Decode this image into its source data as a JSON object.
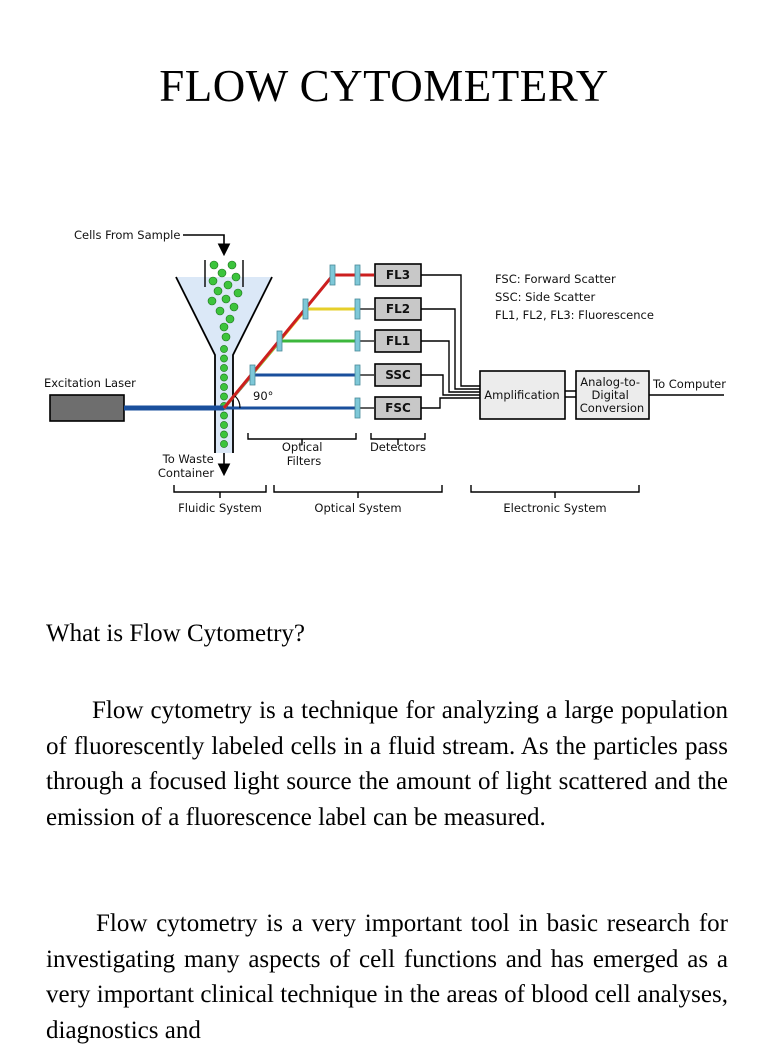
{
  "title": "FLOW CYTOMETERY",
  "diagram": {
    "cells_from_sample": "Cells From Sample",
    "excitation_laser": "Excitation Laser",
    "angle": "90°",
    "to_waste": [
      "To Waste",
      "Container"
    ],
    "optical_filters": [
      "Optical",
      "Filters"
    ],
    "detectors": "Detectors",
    "detector_boxes": [
      "FL3",
      "FL2",
      "FL1",
      "SSC",
      "FSC"
    ],
    "legend": [
      "FSC: Forward Scatter",
      "SSC: Side Scatter",
      "FL1, FL2, FL3: Fluorescence"
    ],
    "amplification": "Amplification",
    "adc": [
      "Analog-to-",
      "Digital",
      "Conversion"
    ],
    "to_computer": "To Computer",
    "systems": [
      "Fluidic System",
      "Optical System",
      "Electronic System"
    ],
    "colors": {
      "laser": "#1a4f9c",
      "fl3_beam": "#cc1f1f",
      "fl2_beam": "#e6cf2a",
      "fl1_beam": "#3cb73c",
      "filter": "#7ec8d8",
      "cell": "#3cc43c",
      "funnel": "#dbe8f7"
    }
  },
  "question": "What is Flow Cytometry?",
  "paragraphs": [
    "Flow cytometry is a technique for analyzing a large population of fluorescently labeled cells in a fluid stream. As the particles pass through a focused light source the amount of light scattered and the emission of a fluorescence label can be measured.",
    "Flow cytometry is a very important tool in basic research for investigating many aspects of cell functions and has emerged as a very important clinical technique in the areas of blood cell analyses, diagnostics and"
  ]
}
